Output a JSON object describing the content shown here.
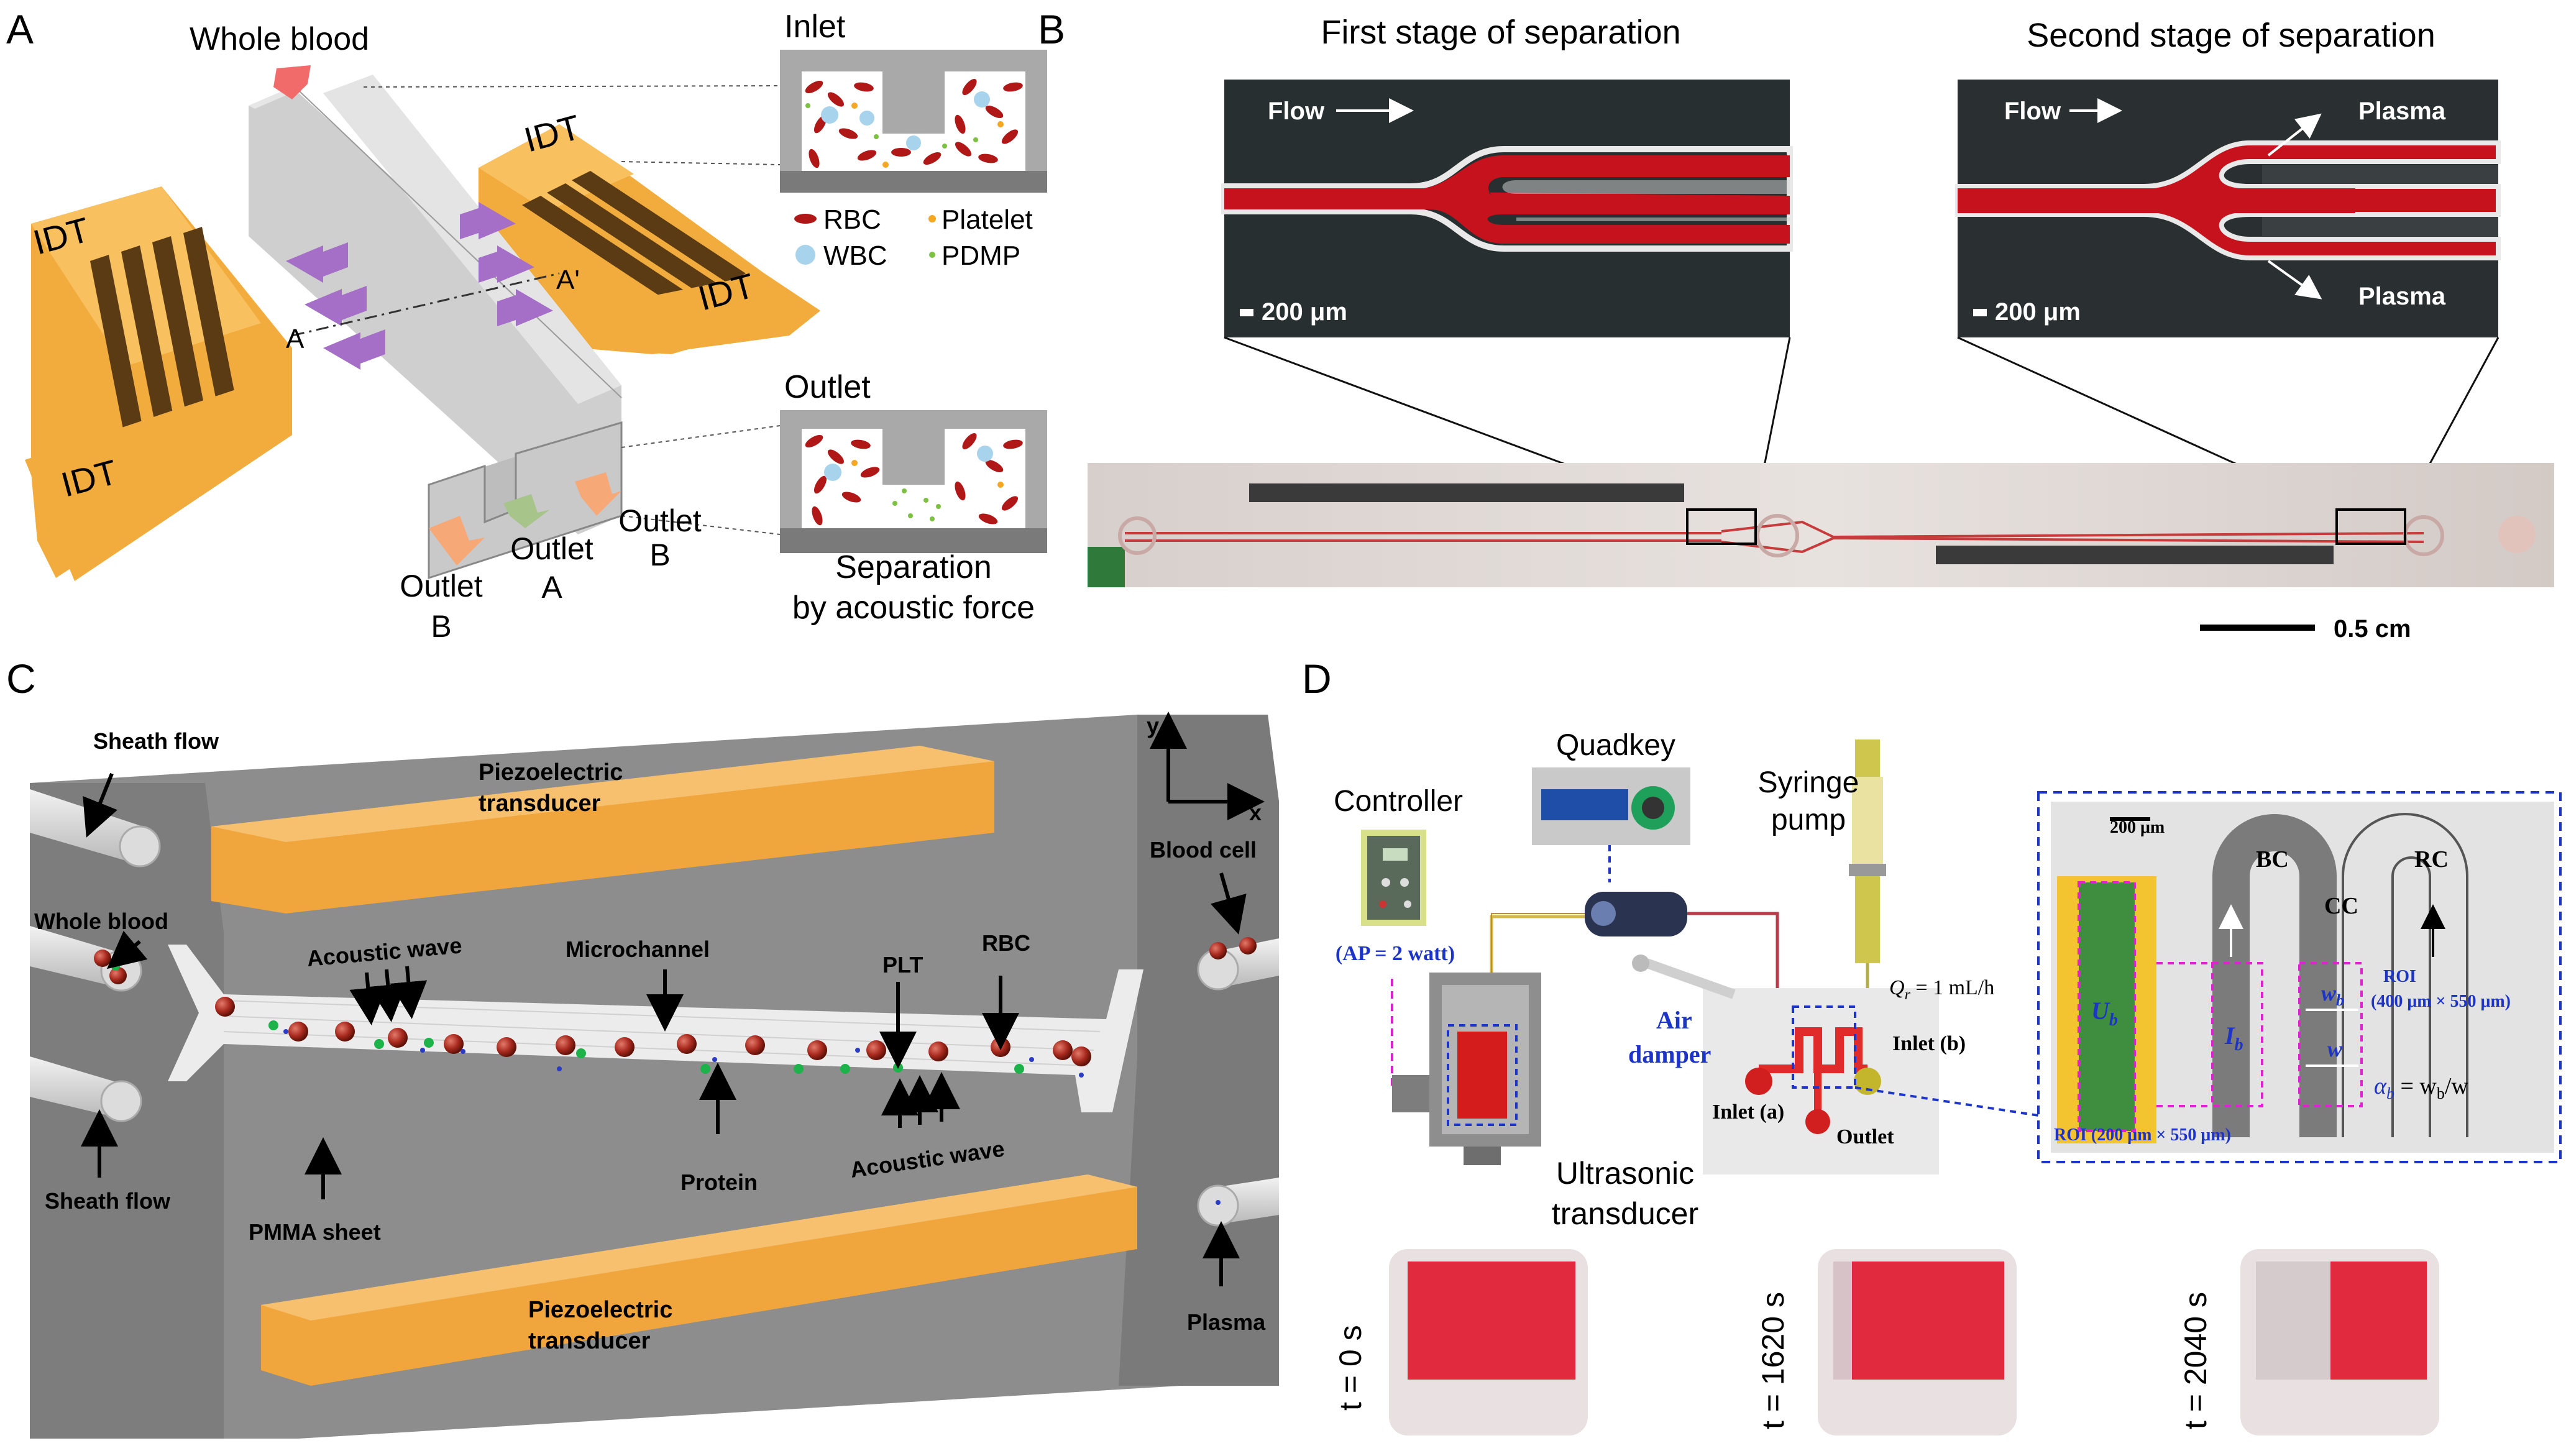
{
  "panel_a": {
    "letter": "A",
    "whole_blood": "Whole blood",
    "idt_1": "IDT",
    "idt_2": "IDT",
    "idt_3": "IDT",
    "idt_4": "IDT",
    "a_label": "A",
    "a_prime_label": "A'",
    "outlet_a_1": "Outlet",
    "outlet_a_2": "A",
    "outlet_b_left_1": "Outlet",
    "outlet_b_left_2": "B",
    "outlet_b_right_1": "Outlet",
    "outlet_b_right_2": "B",
    "inlet_title": "Inlet",
    "outlet_title": "Outlet",
    "legend": {
      "rbc": "RBC",
      "platelet": "Platelet",
      "wbc": "WBC",
      "pdmp": "PDMP"
    },
    "separation_1": "Separation",
    "separation_2": "by acoustic force",
    "colors": {
      "idt": "#f7b84b",
      "rbc": "#b01818",
      "wbc": "#a8d3ec",
      "platelet": "#f5a623",
      "pdmp": "#7cc142",
      "arrow_purple": "#a56fc8",
      "arrow_orange": "#f6a876",
      "arrow_green": "#a7c48a"
    }
  },
  "panel_b": {
    "letter": "B",
    "stage1_title": "First stage of separation",
    "stage2_title": "Second stage of separation",
    "flow_1": "Flow",
    "flow_2": "Flow",
    "plasma_top": "Plasma",
    "plasma_bottom": "Plasma",
    "scale_1": "200 μm",
    "scale_2": "200 μm",
    "scale_main": "0.5 cm"
  },
  "panel_c": {
    "letter": "C",
    "sheath_flow_top": "Sheath flow",
    "whole_blood": "Whole blood",
    "sheath_flow_bottom": "Sheath flow",
    "piezo_top_1": "Piezoelectric",
    "piezo_top_2": "transducer",
    "piezo_bottom_1": "Piezoelectric",
    "piezo_bottom_2": "transducer",
    "acoustic_wave_top": "Acoustic wave",
    "acoustic_wave_bottom": "Acoustic wave",
    "microchannel": "Microchannel",
    "plt": "PLT",
    "rbc": "RBC",
    "protein": "Protein",
    "pmma": "PMMA sheet",
    "blood_cell": "Blood cell",
    "plasma": "Plasma",
    "axis_y": "y",
    "axis_x": "x"
  },
  "panel_d": {
    "letter": "D",
    "quadkey": "Quadkey",
    "controller": "Controller",
    "ap": "(AP = 2 watt)",
    "syringe_1": "Syringe",
    "syringe_2": "pump",
    "flow_rate": "Q",
    "flow_rate_sub": "r",
    "flow_rate_val": " = 1 mL/h",
    "air_1": "Air",
    "air_2": "damper",
    "inlet_b": "Inlet (b)",
    "inlet_a": "Inlet (a)",
    "outlet": "Outlet",
    "ultrasonic_1": "Ultrasonic",
    "ultrasonic_2": "transducer",
    "scale": "200 μm",
    "bc": "BC",
    "rc": "RC",
    "cc": "CC",
    "ub": "U",
    "ub_sub": "b",
    "ib": "I",
    "ib_sub": "b",
    "wb": "w",
    "wb_sub": "b",
    "w": "w",
    "roi_right_1": "ROI",
    "roi_right_2": "(400 μm × 550 μm)",
    "roi_left": "ROI (200 μm × 550 μm)",
    "alpha": "α",
    "alpha_sub": "b",
    "alpha_eq": " = w",
    "alpha_eq_sub": "b",
    "alpha_eq_tail": "/w",
    "t0": "t = 0 s",
    "t1": "t = 1620 s",
    "t2": "t = 2040 s"
  }
}
